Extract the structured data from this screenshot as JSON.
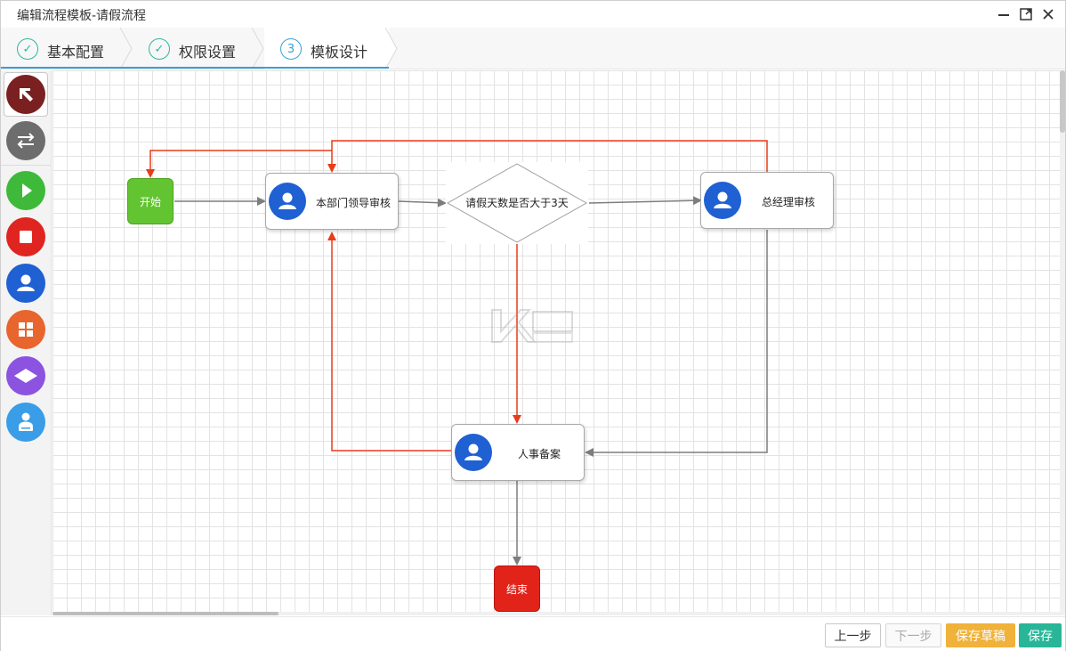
{
  "window": {
    "title": "编辑流程模板-请假流程"
  },
  "steps": [
    {
      "label": "基本配置",
      "state": "done"
    },
    {
      "label": "权限设置",
      "state": "done"
    },
    {
      "label": "模板设计",
      "state": "active",
      "number": "3"
    }
  ],
  "palette": [
    {
      "name": "pointer-tool",
      "icon": "arrow-pointer-icon",
      "color": "#7a2020"
    },
    {
      "name": "connector-tool",
      "icon": "swap-arrows-icon",
      "color": "#6d6d6d"
    },
    {
      "name": "start-tool",
      "icon": "play-icon",
      "color": "#3fb93a"
    },
    {
      "name": "end-tool",
      "icon": "stop-icon",
      "color": "#e02420"
    },
    {
      "name": "task-tool",
      "icon": "user-icon",
      "color": "#1f60d3"
    },
    {
      "name": "subprocess-tool",
      "icon": "grid-icon",
      "color": "#e8652e"
    },
    {
      "name": "decision-tool",
      "icon": "diamond-icon",
      "color": "#8c52e0"
    },
    {
      "name": "user-group-tool",
      "icon": "user-card-icon",
      "color": "#3a9de8"
    }
  ],
  "flow": {
    "start": "开始",
    "end": "结束",
    "node_dept_leader": "本部门领导审核",
    "node_decision": "请假天数是否大于3天",
    "node_gm": "总经理审核",
    "node_hr": "人事备案",
    "colors": {
      "normal_edge": "#7d7d7d",
      "reject_edge": "#e83c1a"
    }
  },
  "footer": {
    "prev": "上一步",
    "next": "下一步",
    "save_draft": "保存草稿",
    "save": "保存"
  }
}
